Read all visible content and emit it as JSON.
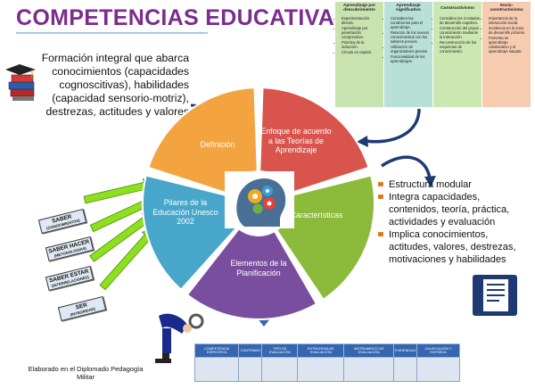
{
  "title": "COMPETENCIAS EDUCATIVAS",
  "definition_text": "Formación integral que abarca conocimientos (capacidades cognoscitivas), habilidades (capacidad sensorio-motriz), destrezas, actitudes y valores",
  "wheel": {
    "definicion": "Definición",
    "enfoque": "Enfoque de acuerdo a las Teorías de Aprendizaje",
    "caracteristicas": "Características",
    "elementos": "Elementos  de la Planificación",
    "pilares": "Pilares de la Educación Unesco 2002"
  },
  "theories": [
    {
      "header": "Aprendizaje por descubrimiento",
      "color": "#c8e2b0",
      "items": [
        "Experimentación directa.",
        "Aprendizaje por penetración comprensiva.",
        "Práctica de la inducción.",
        "Círculo en espiral."
      ]
    },
    {
      "header": "Aprendizaje significativo",
      "color": "#b8e0d6",
      "items": [
        "Considera las condiciones para el aprendizaje.",
        "Relación de los nuevos conocimientos con los saberes previos.",
        "Utilización de organizadores previos",
        "Funcionalidad de los aprendizajes."
      ]
    },
    {
      "header": "Constructivismo",
      "color": "#cbe7b2",
      "items": [
        "Considera los 3 estados de desarrollo cognitivo.",
        "Construcción del propio conocimiento mediante la interacción.",
        "Reconstrucción de los esquemas de conocimiento."
      ]
    },
    {
      "header": "Socio-constructivismo",
      "color": "#f6cbb0",
      "items": [
        "Importancia de la interacción social.",
        "Incidencia en la zona de desarrollo próximo",
        "Fomenta un aprendizaje colaborativo  y el aprendizaje situado."
      ]
    }
  ],
  "characteristics": [
    "Estructura modular",
    "Integra capacidades, contenidos, teoría, práctica, actividades y  evaluación",
    "Implica conocimientos, actitudes, valores, destrezas, motivaciones y habilidades"
  ],
  "pillars": [
    {
      "main": "SABER",
      "sub": "(CONOCIMIENTOS)"
    },
    {
      "main": "SABER HACER",
      "sub": "(METODOLOGÍAS)"
    },
    {
      "main": "SABER ESTAR",
      "sub": "(INTERRELACIONES)"
    },
    {
      "main": "SER",
      "sub": "(INTEGRIDAD)"
    }
  ],
  "planning_table": {
    "headers": [
      "COMPETENCIA ESPECÍFICA",
      "CONTENIDO",
      "TIPO DE EVALUACIÓN",
      "ESTRATEGIA DE EVALUACIÓN",
      "INSTRUMENTO DE EVALUACIÓN",
      "EVIDENCIAS",
      "CALIFICACIÓN Y ENTREGA"
    ]
  },
  "credit": "Elaborado en el Diplomado Pedagogía Militar"
}
